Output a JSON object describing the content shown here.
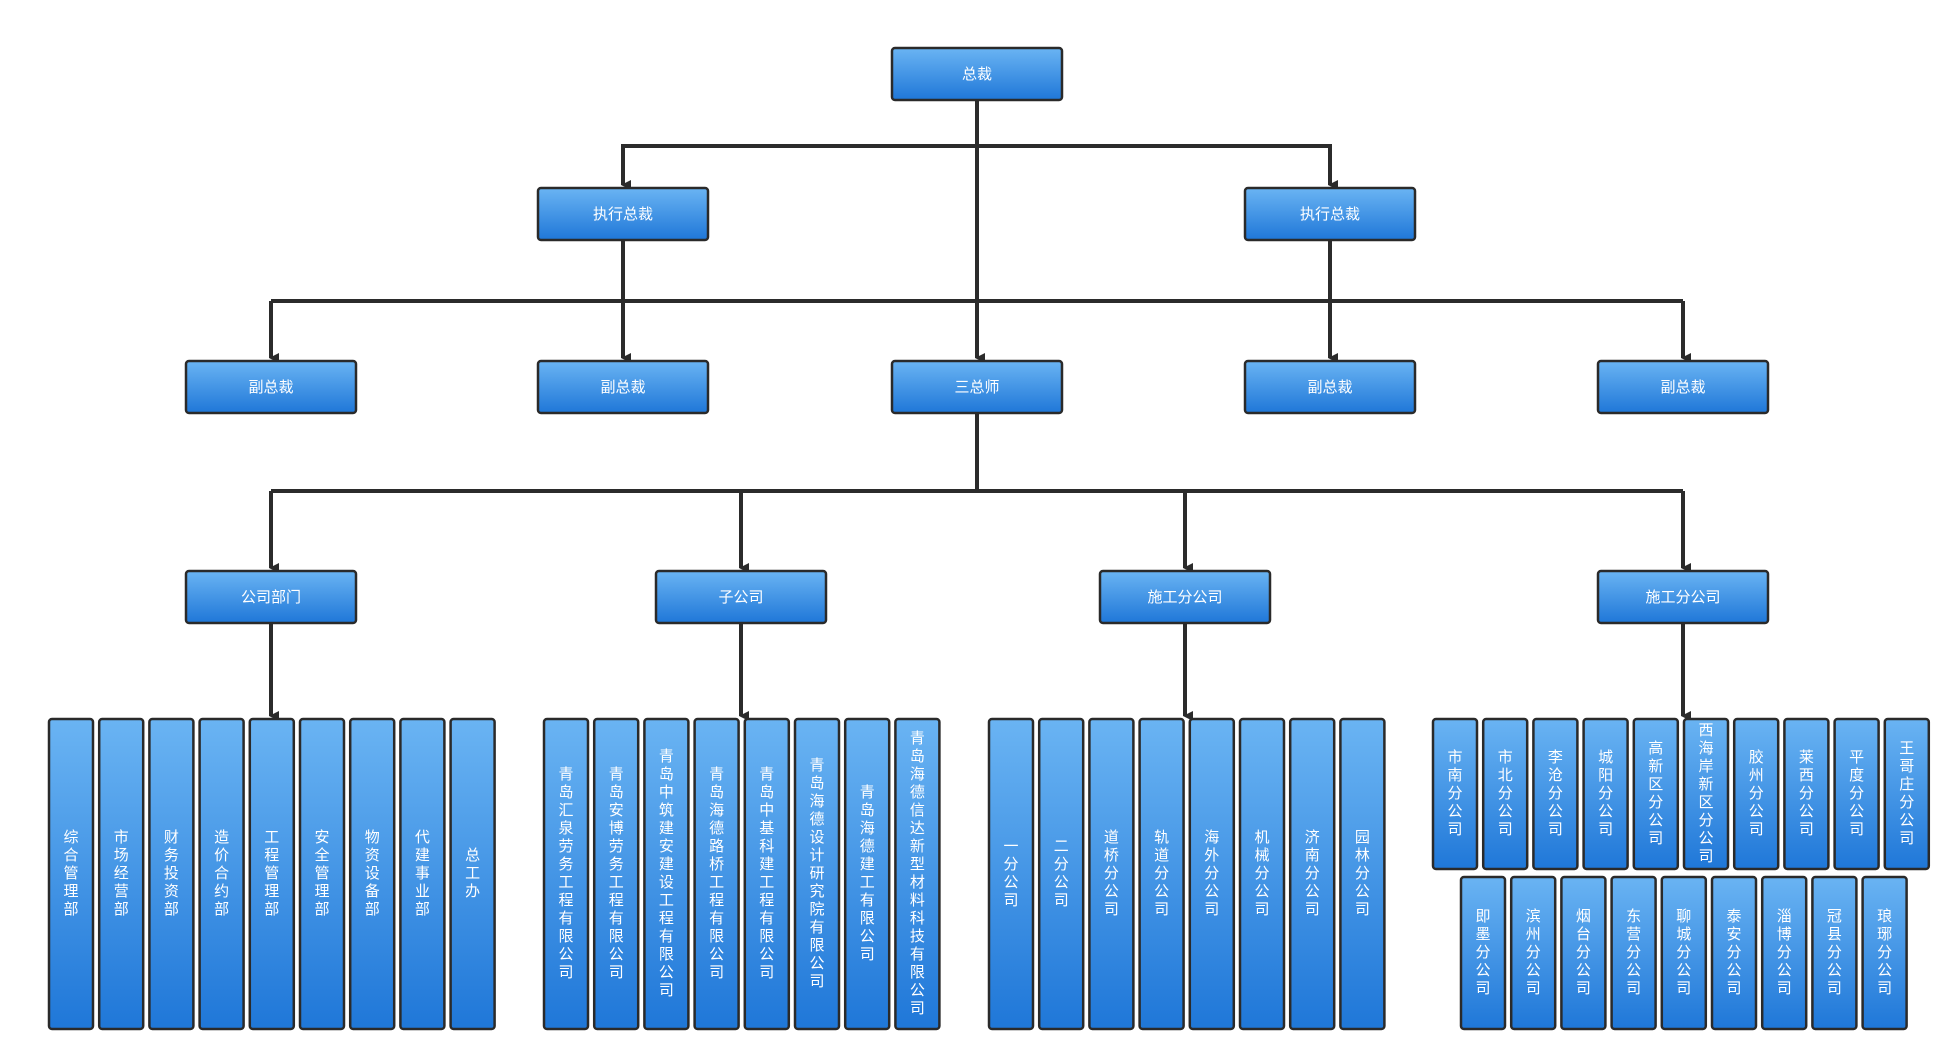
{
  "top": {
    "label": "总裁"
  },
  "executives": [
    {
      "label": "执行总裁"
    },
    {
      "label": "执行总裁"
    }
  ],
  "level3": [
    {
      "label": "副总裁"
    },
    {
      "label": "副总裁"
    },
    {
      "label": "三总师"
    },
    {
      "label": "副总裁"
    },
    {
      "label": "副总裁"
    }
  ],
  "groups": [
    {
      "label": "公司部门",
      "items": [
        "综合管理部",
        "市场经营部",
        "财务投资部",
        "造价合约部",
        "工程管理部",
        "安全管理部",
        "物资设备部",
        "代建事业部",
        "总工办"
      ]
    },
    {
      "label": "子公司",
      "items": [
        "青岛汇泉劳务工程有限公司",
        "青岛安博劳务工程有限公司",
        "青岛中筑建安建设工程有限公司",
        "青岛海德路桥工程有限公司",
        "青岛中基科建工程有限公司",
        "青岛海德设计研究院有限公司",
        "青岛海德建工有限公司",
        "青岛海德信达新型材料科技有限公司"
      ]
    },
    {
      "label": "施工分公司",
      "items": [
        "一分公司",
        "二分公司",
        "道桥分公司",
        "轨道分公司",
        "海外分公司",
        "机械分公司",
        "济南分公司",
        "园林分公司"
      ]
    },
    {
      "label": "施工分公司",
      "items_row1": [
        "市南分公司",
        "市北分公司",
        "李沧分公司",
        "城阳分公司",
        "高新区分公司",
        "西海岸新区分公司",
        "胶州分公司",
        "莱西分公司",
        "平度分公司",
        "王哥庄分公司"
      ],
      "items_row2": [
        "即墨分公司",
        "滨州分公司",
        "烟台分公司",
        "东营分公司",
        "聊城分公司",
        "泰安分公司",
        "淄博分公司",
        "冠县分公司",
        "琅琊分公司"
      ]
    }
  ],
  "colors": {
    "box_top": "#6ab4f3",
    "box_bottom": "#1f77d8",
    "line": "#2b2b2b"
  }
}
